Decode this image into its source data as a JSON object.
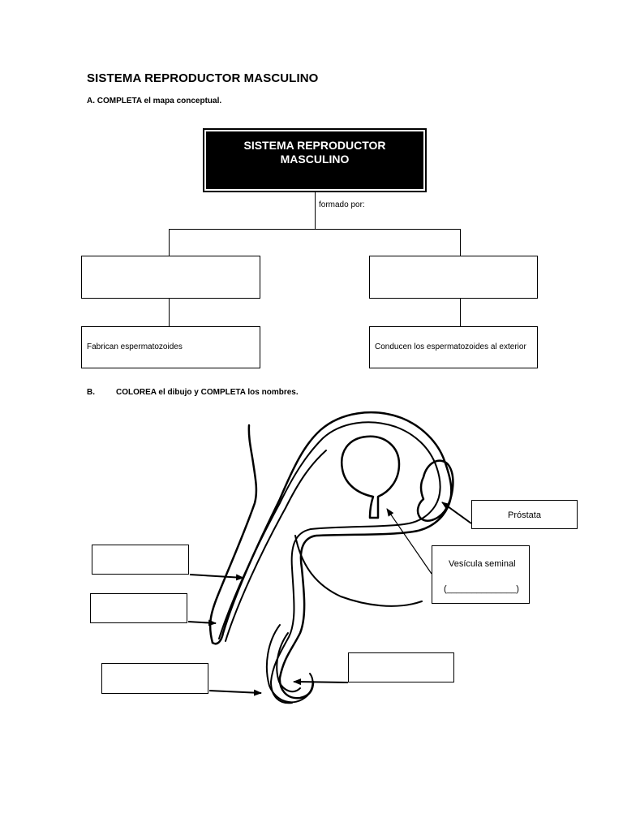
{
  "page": {
    "title": "SISTEMA REPRODUCTOR MASCULINO"
  },
  "section_a": {
    "instruction": "A.  COMPLETA el mapa conceptual."
  },
  "concept_map": {
    "root": {
      "line1": "SISTEMA REPRODUCTOR",
      "line2": "MASCULINO"
    },
    "connector": "formado por:",
    "left_branch": {
      "top_answer": "",
      "description": "Fabrican espermatozoides"
    },
    "right_branch": {
      "top_answer": "",
      "description": "Conducen los espermatozoides al exterior"
    }
  },
  "section_b": {
    "letter": "B.",
    "instruction": "COLOREA el dibujo y COMPLETA los nombres."
  },
  "diagram_labels": {
    "prostata": "Próstata",
    "vesicula_line1": "Vesícula seminal",
    "vesicula_line2": "(______________)",
    "blank_answers": [
      "",
      "",
      "",
      ""
    ]
  }
}
